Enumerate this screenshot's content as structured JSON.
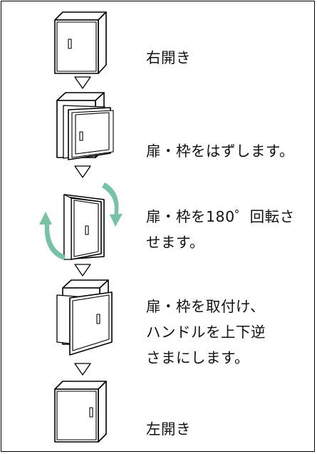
{
  "steps": [
    {
      "lines": [
        "右開き"
      ]
    },
    {
      "lines": [
        "扉・枠をはずします。"
      ]
    },
    {
      "lines": [
        "扉・枠を180゜回転さ",
        "せます。"
      ]
    },
    {
      "lines": [
        "扉・枠を取付け、",
        "ハンドルを上下逆",
        "さまにします。"
      ]
    },
    {
      "lines": [
        "左開き"
      ]
    }
  ],
  "colors": {
    "rotation_arrow": "#74c3a2",
    "line": "#000000"
  }
}
